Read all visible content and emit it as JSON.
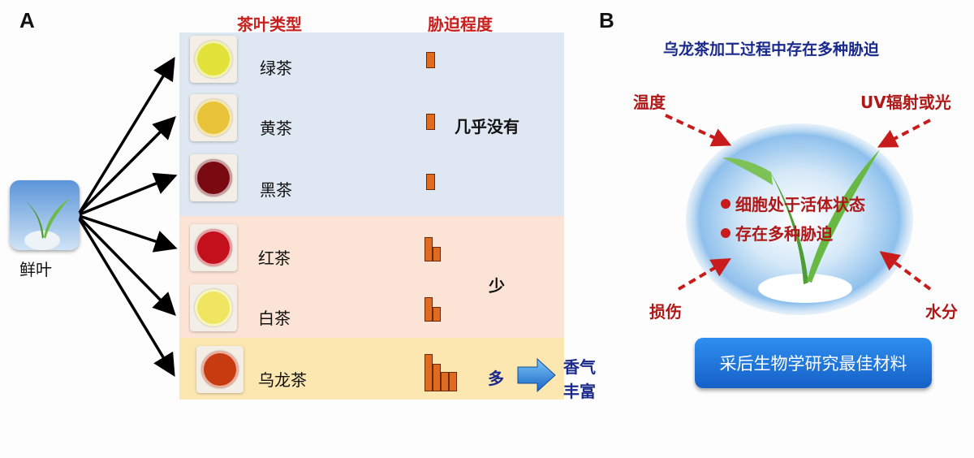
{
  "panel_a": {
    "label": "A",
    "header_type": "茶叶类型",
    "header_stress": "胁迫程度",
    "fresh_leaf_label": "鲜叶",
    "teas": [
      {
        "name": "绿茶",
        "liquor_color": "#e2e23a",
        "bars": [
          1
        ]
      },
      {
        "name": "黄茶",
        "liquor_color": "#e9c43a",
        "bars": [
          1
        ]
      },
      {
        "name": "黑茶",
        "liquor_color": "#7a0a12",
        "bars": [
          1
        ]
      },
      {
        "name": "红茶",
        "liquor_color": "#c4101c",
        "bars": [
          2,
          1
        ]
      },
      {
        "name": "白茶",
        "liquor_color": "#efe560",
        "bars": [
          2,
          1
        ]
      },
      {
        "name": "乌龙茶",
        "liquor_color": "#c83a10",
        "bars": [
          4,
          3,
          2,
          2
        ]
      }
    ],
    "stress_labels": {
      "none": "几乎没有",
      "little": "少",
      "much": "多"
    },
    "result_line1": "香气",
    "result_line2": "丰富",
    "band_colors": {
      "blue": "#dfe7f2",
      "peach": "#fbe4d5",
      "yellow": "#fde7b0"
    },
    "bar_color": "#e06a1e"
  },
  "panel_b": {
    "label": "B",
    "title": "乌龙茶加工过程中存在多种胁迫",
    "stress_temperature": "温度",
    "stress_uv": "UV辐射或光",
    "stress_damage": "损伤",
    "stress_water": "水分",
    "bullet_1": "细胞处于活体状态",
    "bullet_2": "存在多种胁迫",
    "button": "采后生物学研究最佳材料"
  }
}
